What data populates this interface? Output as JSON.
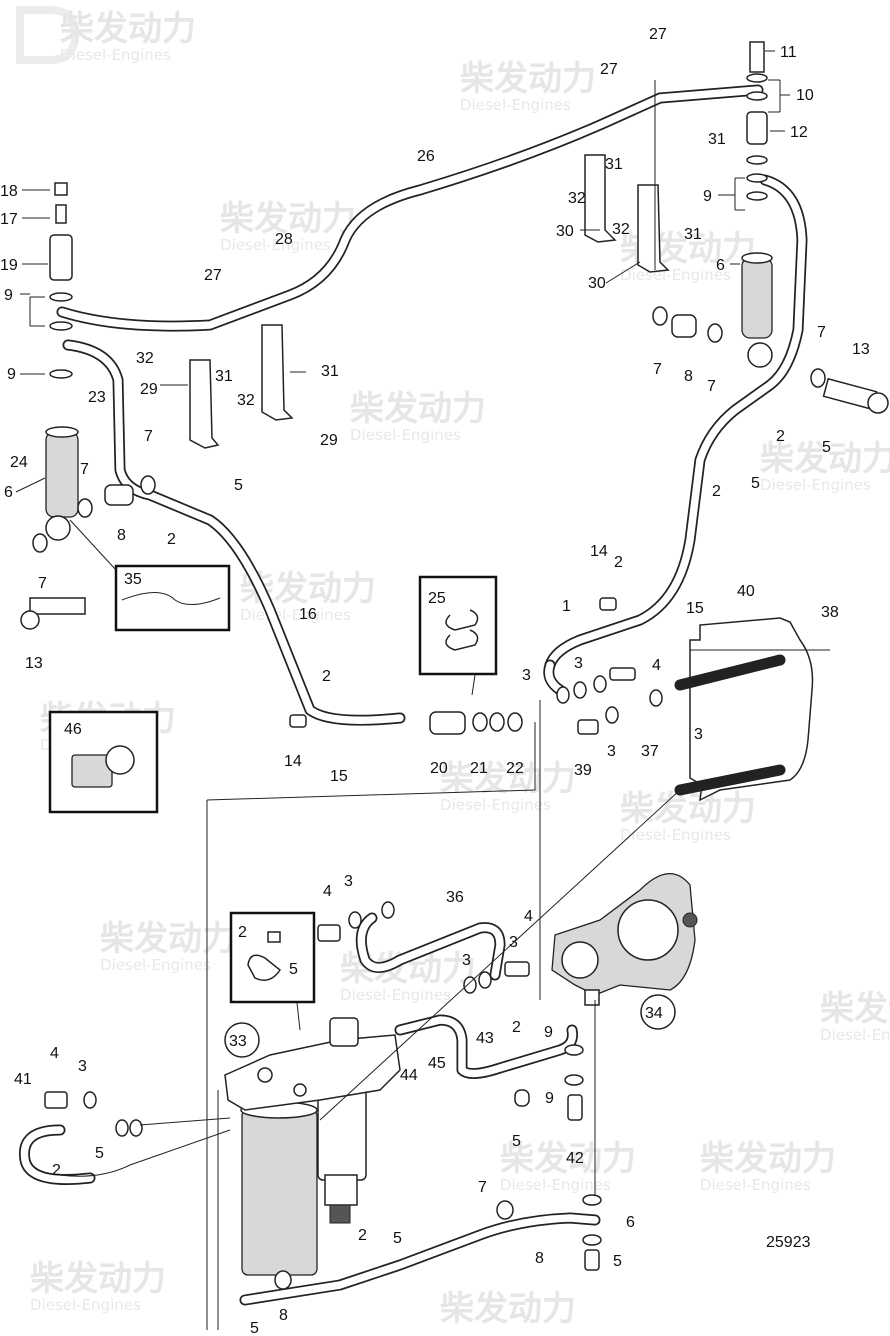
{
  "drawing_number": "25923",
  "watermark": {
    "brand_cn": "柴发动力",
    "brand_en": "Diesel-Engines"
  },
  "labels": {
    "l1": "1",
    "l2a": "2",
    "l2b": "2",
    "l2c": "2",
    "l2d": "2",
    "l2e": "2",
    "l2f": "2",
    "l2g": "2",
    "l2h": "2",
    "l2i": "2",
    "l3a": "3",
    "l3b": "3",
    "l3c": "3",
    "l3d": "3",
    "l3e": "3",
    "l3f": "3",
    "l3g": "3",
    "l3h": "3",
    "l4a": "4",
    "l4b": "4",
    "l4c": "4",
    "l4d": "4",
    "l5a": "5",
    "l5b": "5",
    "l5c": "5",
    "l5d": "5",
    "l5e": "5",
    "l5f": "5",
    "l5g": "5",
    "l5h": "5",
    "l5i": "5",
    "l6a": "6",
    "l6b": "6",
    "l6c": "6",
    "l7a": "7",
    "l7b": "7",
    "l7c": "7",
    "l7d": "7",
    "l7e": "7",
    "l7f": "7",
    "l7g": "7",
    "l8a": "8",
    "l8b": "8",
    "l8c": "8",
    "l8d": "8",
    "l9a": "9",
    "l9b": "9",
    "l9c": "9",
    "l9d": "9",
    "l9e": "9",
    "l10": "10",
    "l11": "11",
    "l12": "12",
    "l13a": "13",
    "l13b": "13",
    "l14a": "14",
    "l14b": "14",
    "l15a": "15",
    "l15b": "15",
    "l16": "16",
    "l17": "17",
    "l18": "18",
    "l19": "19",
    "l20": "20",
    "l21": "21",
    "l22": "22",
    "l23": "23",
    "l24": "24",
    "l25": "25",
    "l26": "26",
    "l27a": "27",
    "l27b": "27",
    "l27c": "27",
    "l28": "28",
    "l29a": "29",
    "l29b": "29",
    "l30a": "30",
    "l30b": "30",
    "l31a": "31",
    "l31b": "31",
    "l31c": "31",
    "l31d": "31",
    "l31e": "31",
    "l32a": "32",
    "l32b": "32",
    "l32c": "32",
    "l32d": "32",
    "l33": "33",
    "l34": "34",
    "l35": "35",
    "l36": "36",
    "l37": "37",
    "l38": "38",
    "l39": "39",
    "l40": "40",
    "l41": "41",
    "l42": "42",
    "l43": "43",
    "l44": "44",
    "l45": "45",
    "l46": "46"
  }
}
